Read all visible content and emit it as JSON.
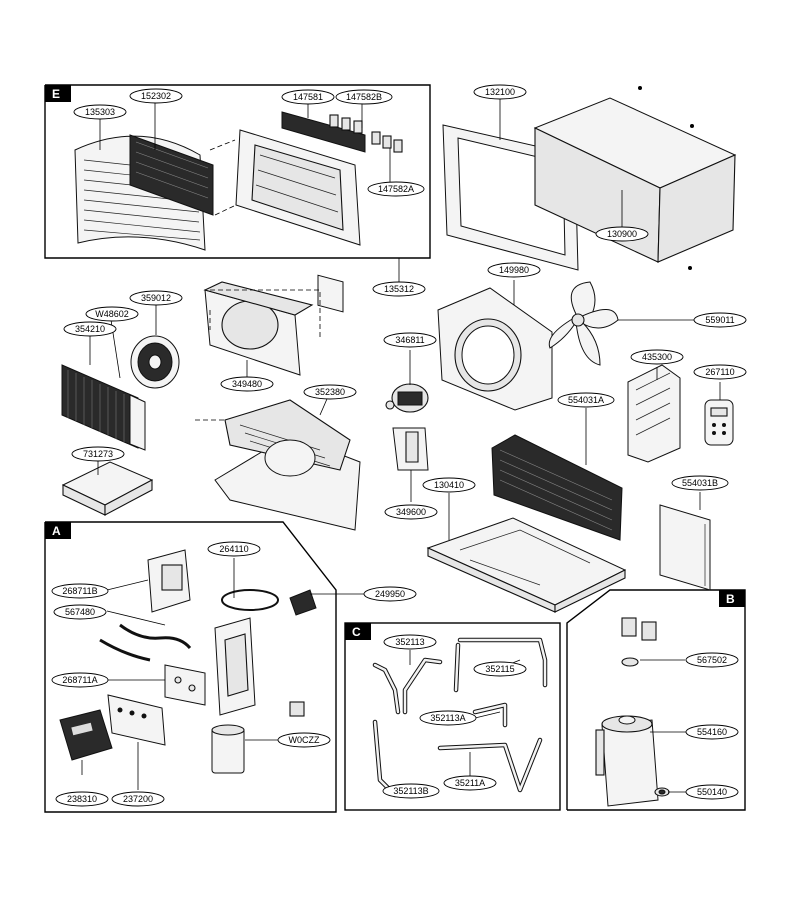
{
  "sections": {
    "E": {
      "label": "E"
    },
    "A": {
      "label": "A"
    },
    "B": {
      "label": "B"
    },
    "C": {
      "label": "C"
    }
  },
  "callouts": {
    "c152302": "152302",
    "c135303": "135303",
    "c147581": "147581",
    "c147582B": "147582B",
    "c147582A": "147582A",
    "c135312": "135312",
    "c132100": "132100",
    "c130900": "130900",
    "c359012": "359012",
    "cW48602": "W48602",
    "c354210": "354210",
    "c349480": "349480",
    "c352380": "352380",
    "c731273": "731273",
    "c149980": "149980",
    "c559011": "559011",
    "c346811": "346811",
    "c349600": "349600",
    "c435300": "435300",
    "c267110": "267110",
    "c554031A": "554031A",
    "c554031B": "554031B",
    "c130410": "130410",
    "c264110": "264110",
    "c249950": "249950",
    "c268711B": "268711B",
    "c567480": "567480",
    "c268711A": "268711A",
    "cW0CZZ": "W0CZZ",
    "c238310": "238310",
    "c237200": "237200",
    "c352113": "352113",
    "c352115": "352115",
    "c352113A": "352113A",
    "c352113B": "352113B",
    "c35211A": "35211A",
    "c567502": "567502",
    "c554160": "554160",
    "c550140": "550140"
  }
}
